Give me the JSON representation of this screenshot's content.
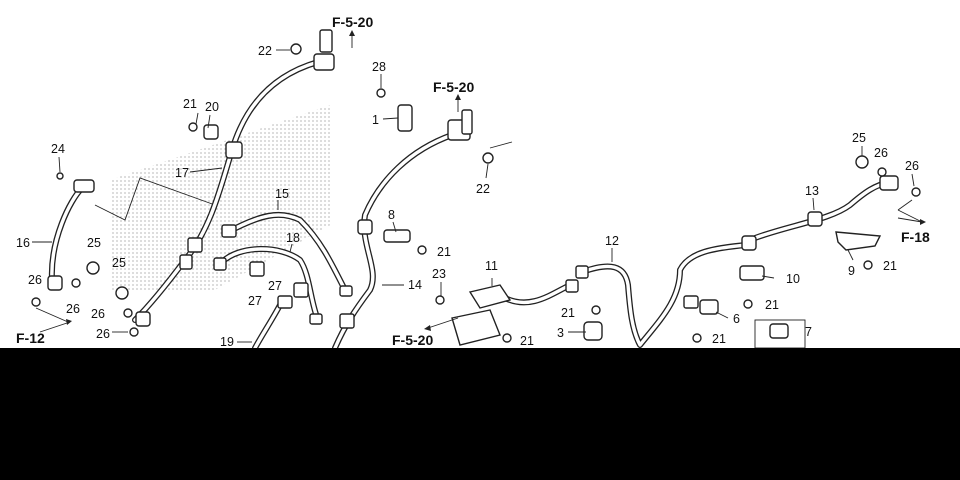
{
  "diagram": {
    "refs": {
      "f520_a": "F-5-20",
      "f520_b": "F-5-20",
      "f520_c": "F-5-20",
      "f12": "F-12",
      "f18": "F-18"
    },
    "labels": {
      "l1": "1",
      "l3": "3",
      "l6": "6",
      "l7": "7",
      "l8": "8",
      "l9": "9",
      "l10": "10",
      "l11": "11",
      "l12": "12",
      "l13": "13",
      "l14": "14",
      "l15": "15",
      "l16": "16",
      "l17": "17",
      "l18": "18",
      "l19": "19",
      "l20": "20",
      "l21a": "21",
      "l21b": "21",
      "l21c": "21",
      "l21d": "21",
      "l21e": "21",
      "l21f": "21",
      "l21g": "21",
      "l22a": "22",
      "l22b": "22",
      "l23": "23",
      "l24": "24",
      "l25a": "25",
      "l25b": "25",
      "l25c": "25",
      "l26a": "26",
      "l26b": "26",
      "l26c": "26",
      "l26d": "26",
      "l26e": "26",
      "l26f": "26",
      "l27a": "27",
      "l27b": "27",
      "l28": "28"
    }
  },
  "colors": {
    "ink": "#222222",
    "background": "#ffffff",
    "bar": "#000000"
  }
}
